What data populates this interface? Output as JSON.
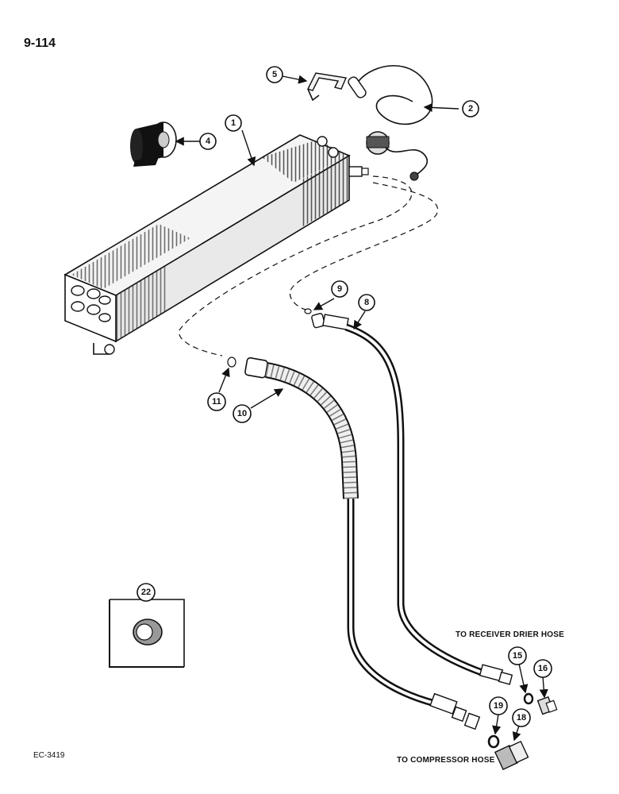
{
  "page_number": "9-114",
  "reference_code": "EC-3419",
  "notes": {
    "receiver": "TO RECEIVER DRIER HOSE",
    "compressor": "TO COMPRESSOR HOSE"
  },
  "callouts": {
    "c1": "1",
    "c2": "2",
    "c4": "4",
    "c5": "5",
    "c8": "8",
    "c9": "9",
    "c10": "10",
    "c11": "11",
    "c15": "15",
    "c16": "16",
    "c18": "18",
    "c19": "19",
    "c22": "22"
  }
}
